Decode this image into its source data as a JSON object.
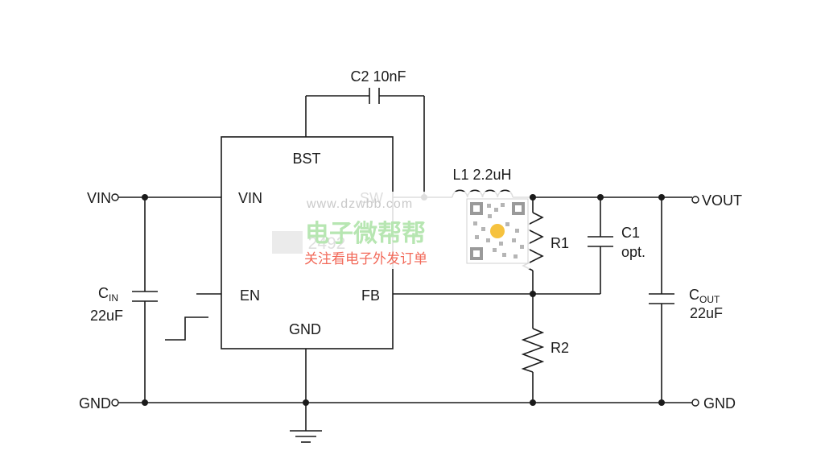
{
  "chip": {
    "part_number": "2492",
    "pins": {
      "bst": "BST",
      "vin": "VIN",
      "sw": "SW",
      "en": "EN",
      "fb": "FB",
      "gnd": "GND"
    }
  },
  "terminals": {
    "vin": "VIN",
    "gnd_left": "GND",
    "vout": "VOUT",
    "gnd_right": "GND"
  },
  "components": {
    "c2": "C2 10nF",
    "l1": "L1 2.2uH",
    "r1": "R1",
    "r2": "R2",
    "c1": {
      "name": "C1",
      "value": "opt."
    },
    "cin": {
      "main": "C",
      "sub": "IN",
      "value": "22uF"
    },
    "cout": {
      "main": "C",
      "sub": "OUT",
      "value": "22uF"
    }
  },
  "watermark": {
    "url": "www.dzwbb.com",
    "site_name": "电子微帮帮",
    "slogan": "关注看电子外发订单",
    "qr_icon": "qr-code-icon",
    "qr_accent": "#f6c23e",
    "text_green": "#b7e6b2",
    "text_red": "#f26a5a"
  }
}
